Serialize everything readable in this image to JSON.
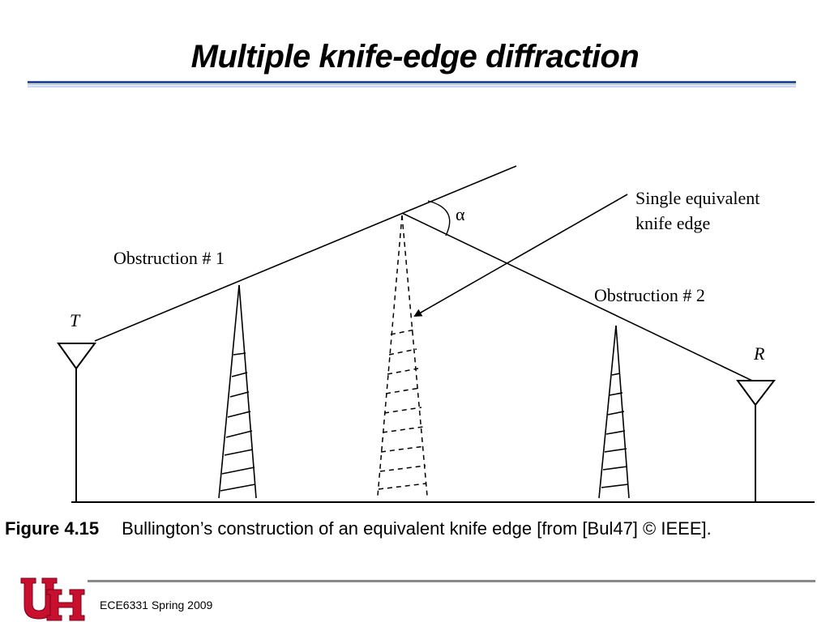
{
  "slide": {
    "title": "Multiple knife-edge diffraction",
    "footer": "ECE6331 Spring 2009",
    "logo_icon": "university-of-houston-uh-logo",
    "accent_color": "#2b4f9e",
    "logo_color": "#c8102e"
  },
  "diagram": {
    "labels": {
      "transmitter": "T",
      "receiver": "R",
      "obstruction_1": "Obstruction # 1",
      "obstruction_2": "Obstruction # 2",
      "equivalent_line1": "Single equivalent",
      "equivalent_line2": "knife edge",
      "angle": "α"
    }
  },
  "caption": {
    "label": "Figure 4.15",
    "text": "Bullington’s construction of an equivalent knife edge [from [Bul47] © IEEE]."
  }
}
